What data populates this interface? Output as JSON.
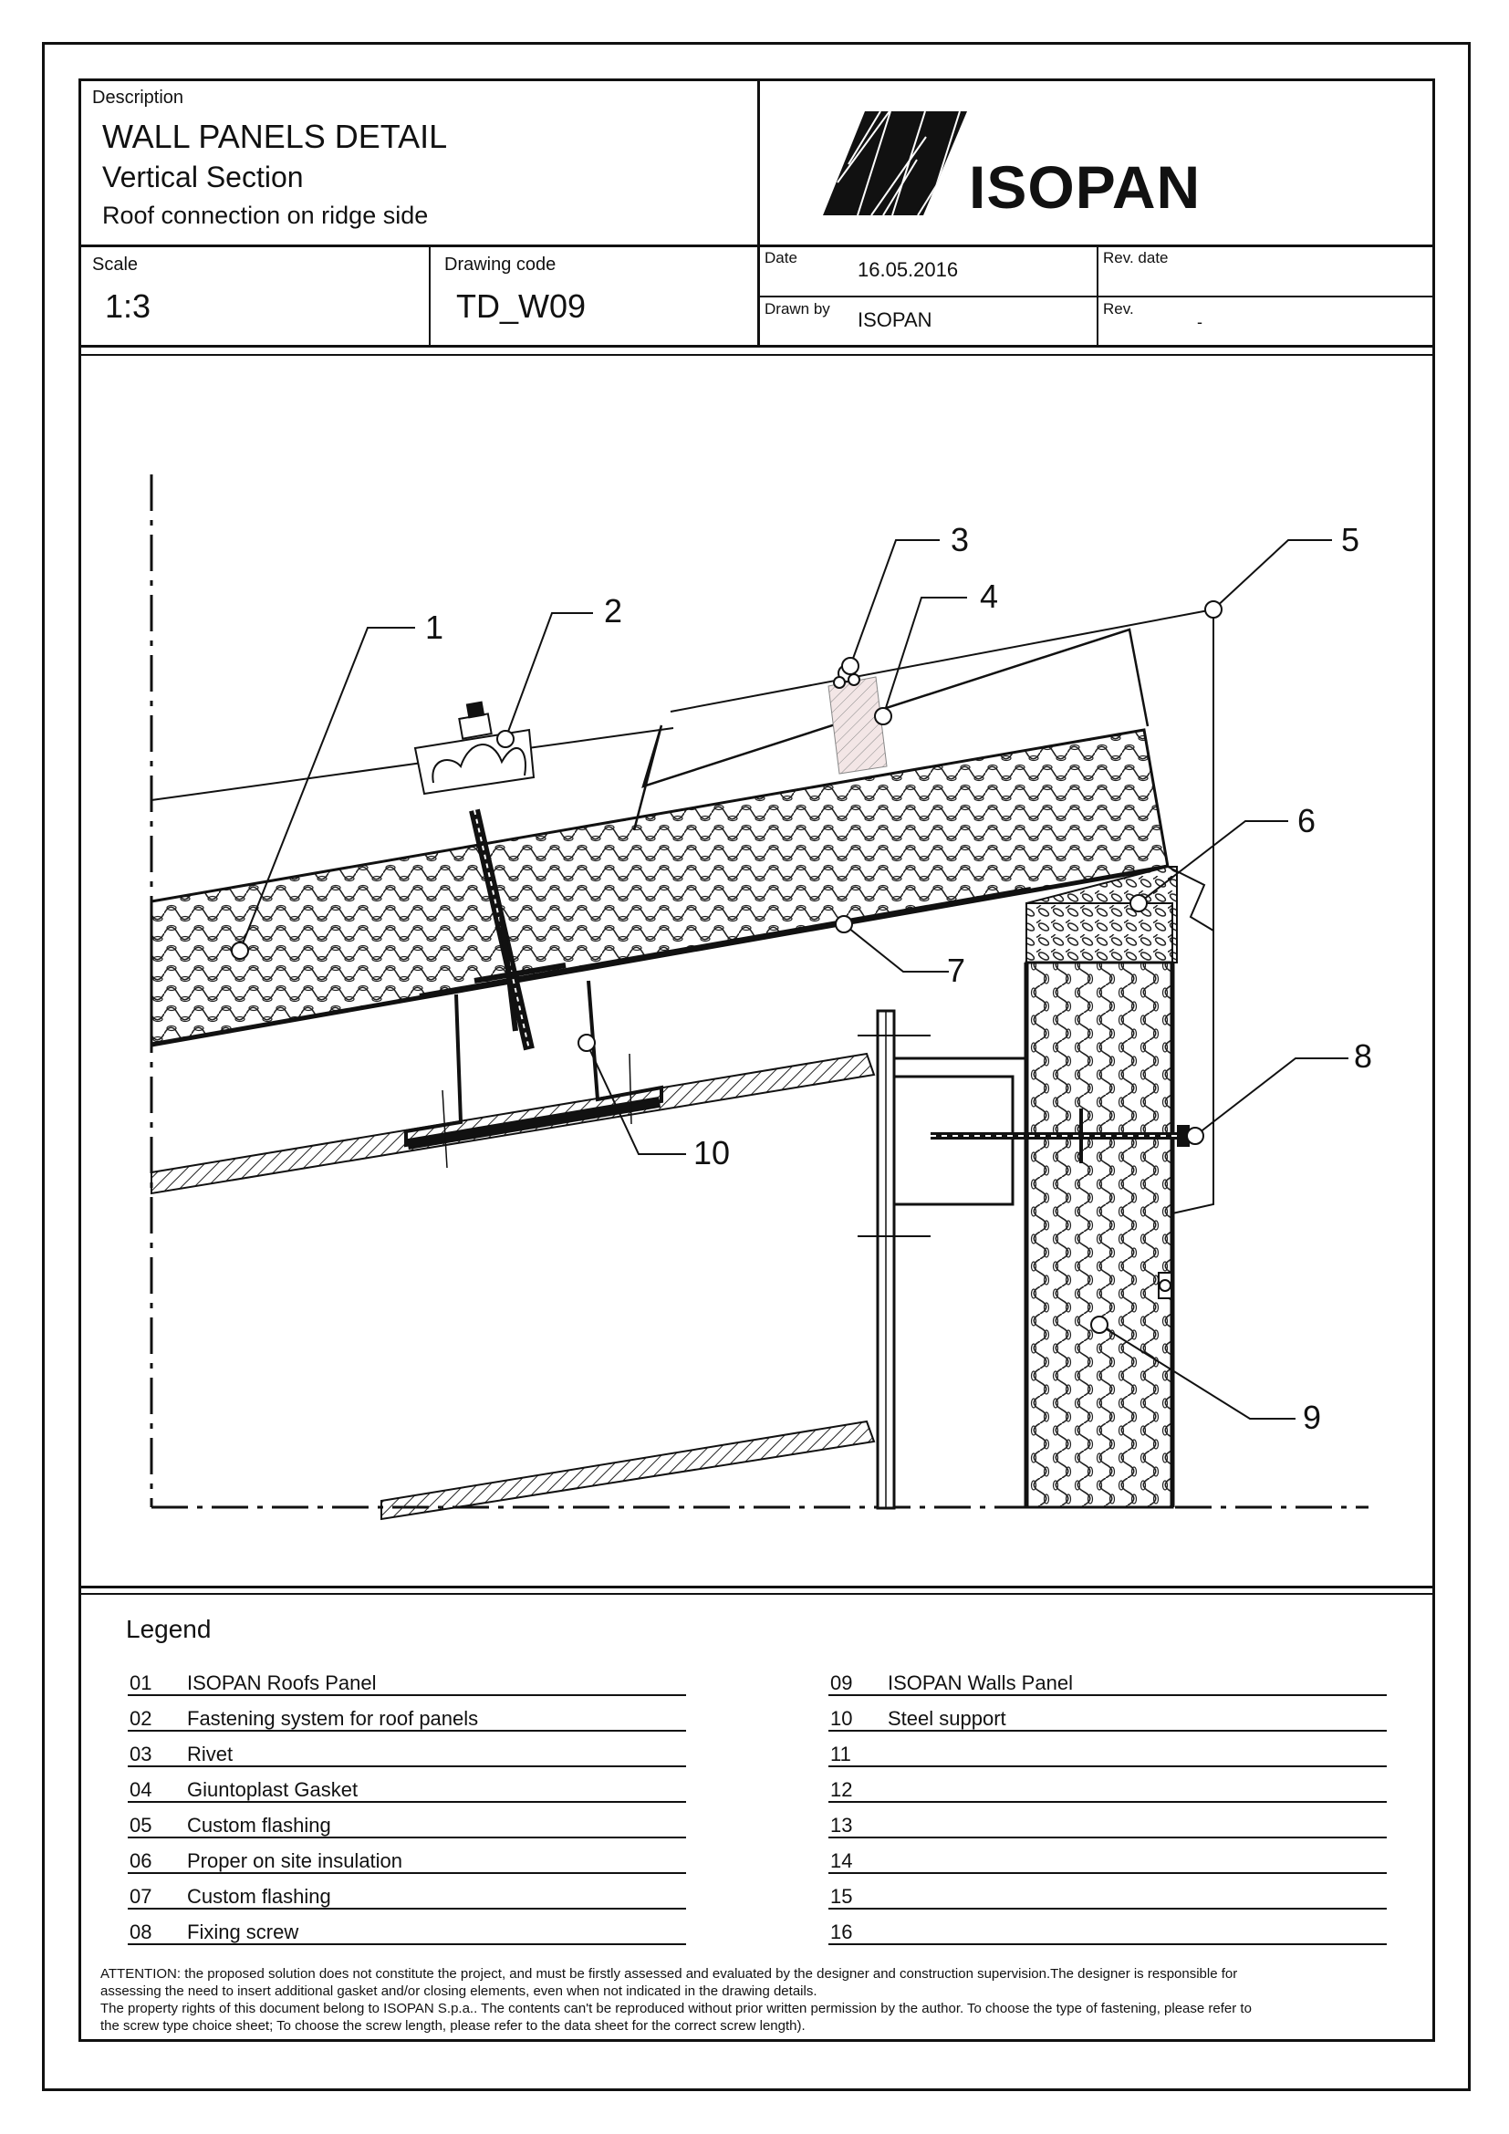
{
  "title_block": {
    "description_label": "Description",
    "title": "WALL PANELS DETAIL",
    "subtitle": "Vertical Section",
    "sub_subtitle": "Roof connection on ridge side",
    "brand": "ISOPAN",
    "scale_label": "Scale",
    "scale_value": "1:3",
    "drawing_code_label": "Drawing code",
    "drawing_code_value": "TD_W09",
    "date_label": "Date",
    "date_value": "16.05.2016",
    "rev_date_label": "Rev. date",
    "drawn_by_label": "Drawn by",
    "drawn_by_value": "ISOPAN",
    "rev_label": "Rev.",
    "rev_value": "-"
  },
  "callouts": [
    "1",
    "2",
    "3",
    "4",
    "5",
    "6",
    "7",
    "8",
    "9",
    "10"
  ],
  "legend": {
    "title": "Legend",
    "left": [
      {
        "num": "01",
        "text": "ISOPAN Roofs Panel"
      },
      {
        "num": "02",
        "text": "Fastening system for roof panels"
      },
      {
        "num": "03",
        "text": "Rivet"
      },
      {
        "num": "04",
        "text": "Giuntoplast Gasket"
      },
      {
        "num": "05",
        "text": "Custom flashing"
      },
      {
        "num": "06",
        "text": "Proper on site insulation"
      },
      {
        "num": "07",
        "text": "Custom flashing"
      },
      {
        "num": "08",
        "text": "Fixing screw"
      }
    ],
    "right": [
      {
        "num": "09",
        "text": "ISOPAN Walls Panel"
      },
      {
        "num": "10",
        "text": "Steel support"
      },
      {
        "num": "11",
        "text": ""
      },
      {
        "num": "12",
        "text": ""
      },
      {
        "num": "13",
        "text": ""
      },
      {
        "num": "14",
        "text": ""
      },
      {
        "num": "15",
        "text": ""
      },
      {
        "num": "16",
        "text": ""
      }
    ]
  },
  "notes": {
    "line1": "ATTENTION: the proposed solution does not constitute the project, and must be firstly assessed and evaluated by the designer and construction supervision.The designer is responsible for",
    "line2": "assessing the need to insert additional gasket and/or closing elements, even when not indicated in the drawing details.",
    "line3": "The property rights of this document belong to ISOPAN S.p.a.. The contents can't be reproduced without prior written permission by the author. To choose the type of fastening, please refer to",
    "line4": "the screw type choice sheet; To choose the screw length, please refer to the data sheet for the correct screw length)."
  }
}
